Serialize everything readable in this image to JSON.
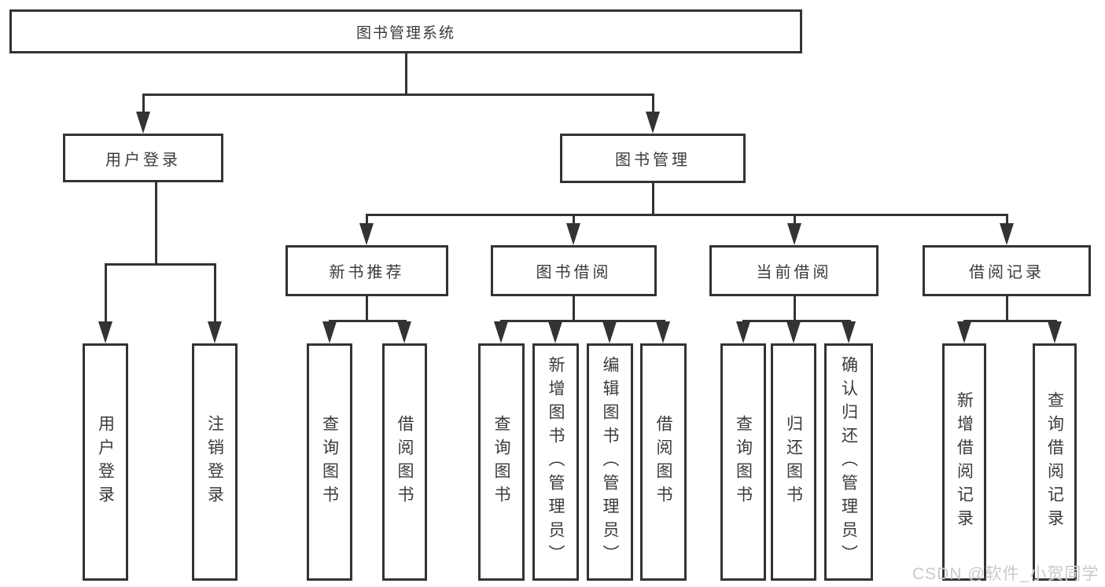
{
  "tree": {
    "label": "图书管理系统",
    "children": [
      {
        "label": "用户登录",
        "children": [
          {
            "label": "用户登录"
          },
          {
            "label": "注销登录"
          }
        ]
      },
      {
        "label": "图书管理",
        "children": [
          {
            "label": "新书推荐",
            "children": [
              {
                "label": "查询图书"
              },
              {
                "label": "借阅图书"
              }
            ]
          },
          {
            "label": "图书借阅",
            "children": [
              {
                "label": "查询图书"
              },
              {
                "label": "新增图书（管理员）"
              },
              {
                "label": "编辑图书（管理员）"
              },
              {
                "label": "借阅图书"
              }
            ]
          },
          {
            "label": "当前借阅",
            "children": [
              {
                "label": "查询图书"
              },
              {
                "label": "归还图书"
              },
              {
                "label": "确认归还（管理员）"
              }
            ]
          },
          {
            "label": "借阅记录",
            "children": [
              {
                "label": "新增借阅记录"
              },
              {
                "label": "查询借阅记录"
              }
            ]
          }
        ]
      }
    ]
  },
  "watermark": "CSDN @软件_小贺同学",
  "colors": {
    "line": "#333333",
    "text": "#3a3a3a",
    "box_background": "#ffffff",
    "watermark": "#c9c9c9"
  }
}
